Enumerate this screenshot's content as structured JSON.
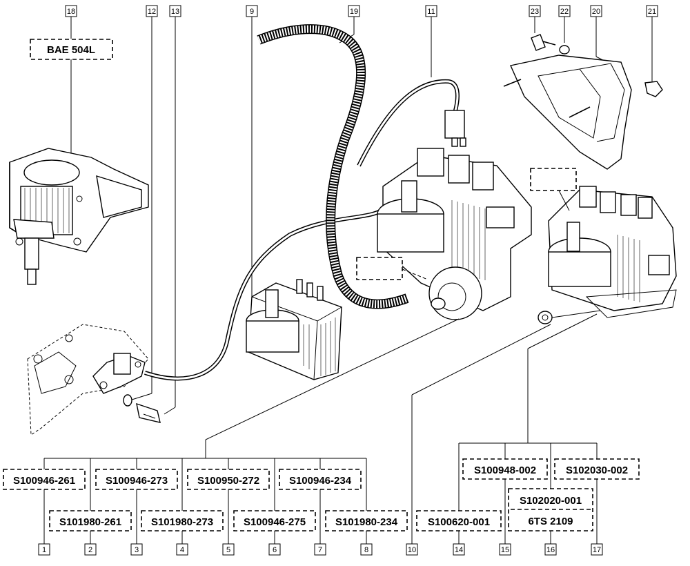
{
  "callouts": {
    "c1": "1",
    "c2": "2",
    "c3": "3",
    "c4": "4",
    "c5": "5",
    "c6": "6",
    "c7": "7",
    "c8": "8",
    "c9": "9",
    "c10": "10",
    "c11": "11",
    "c12": "12",
    "c13": "13",
    "c14": "14",
    "c15": "15",
    "c16": "16",
    "c17": "17",
    "c18": "18",
    "c19": "19",
    "c20": "20",
    "c21": "21",
    "c22": "22",
    "c23": "23"
  },
  "parts": {
    "p1": "S100946-261",
    "p2": "S101980-261",
    "p3": "S100946-273",
    "p4": "S101980-273",
    "p5": "S100950-272",
    "p6": "S100946-275",
    "p7": "S100946-234",
    "p8": "S101980-234",
    "p10": "S100620-001",
    "p14": "S100948-002",
    "p16a": "S102020-001",
    "p16b": "6TS 2109",
    "p17": "S102030-002",
    "p18": "BAE 504L"
  }
}
